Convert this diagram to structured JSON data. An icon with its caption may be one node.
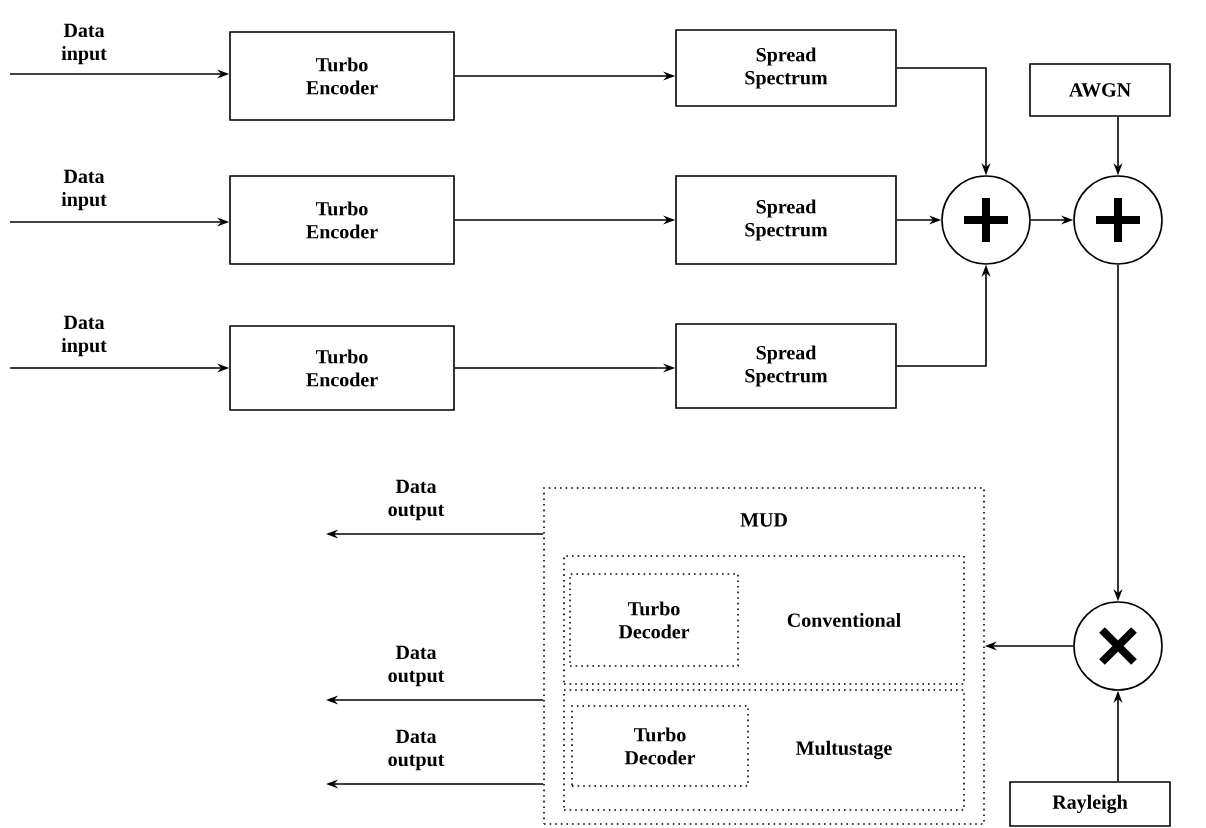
{
  "diagram": {
    "nodes": [
      {
        "text": [
          "Turbo Encoder"
        ]
      },
      {
        "text": [
          "Spread Spectrum"
        ]
      },
      {
        "text": [
          "Turbo Encoder"
        ]
      },
      {
        "text": [
          "Spread Spectrum"
        ]
      },
      {
        "text": [
          "Turbo Encoder"
        ]
      },
      {
        "text": [
          "Spread Spectrum"
        ]
      },
      {
        "text": [
          "AWGN"
        ]
      },
      {
        "text": [],
        "shape": "circle"
      },
      {
        "text": [],
        "shape": "circle"
      },
      {
        "text": [
          "MUD"
        ]
      },
      {
        "text": [
          "Conventional"
        ],
        "in": 9
      },
      {
        "text": [
          "Turbo Decoder"
        ],
        "in": 10
      },
      {
        "text": [
          "Multustage"
        ],
        "in": 9
      },
      {
        "text": [
          "Turbo Decoder"
        ],
        "in": 12
      },
      {
        "text": [],
        "shape": "circle"
      },
      {
        "text": [
          "Rayleigh"
        ]
      }
    ],
    "edges": [
      {
        "from": null,
        "to": 0,
        "arrow": "to",
        "label": "Data input"
      },
      {
        "from": null,
        "to": 2,
        "arrow": "to",
        "label": "Data input"
      },
      {
        "from": null,
        "to": 4,
        "arrow": "to",
        "label": "Data input"
      },
      {
        "from": 0,
        "to": 1,
        "arrow": "to"
      },
      {
        "from": 2,
        "to": 3,
        "arrow": "to"
      },
      {
        "from": 4,
        "to": 5,
        "arrow": "to"
      },
      {
        "from": 1,
        "to": 7,
        "arrow": "to"
      },
      {
        "from": 3,
        "to": 7,
        "arrow": "to"
      },
      {
        "from": 5,
        "to": 7,
        "arrow": "to"
      },
      {
        "from": 7,
        "to": 8,
        "arrow": "to"
      },
      {
        "from": 6,
        "to": 8,
        "arrow": "to"
      },
      {
        "from": 8,
        "to": 14,
        "arrow": "to"
      },
      {
        "from": 15,
        "to": 14,
        "arrow": "to"
      },
      {
        "from": 14,
        "to": 9,
        "arrow": "to"
      },
      {
        "from": 9,
        "to": null,
        "arrow": "to",
        "label": "Data output"
      },
      {
        "from": 9,
        "to": null,
        "arrow": "to",
        "label": "Data output"
      },
      {
        "from": 9,
        "to": null,
        "arrow": "to",
        "label": "Data output"
      }
    ]
  }
}
